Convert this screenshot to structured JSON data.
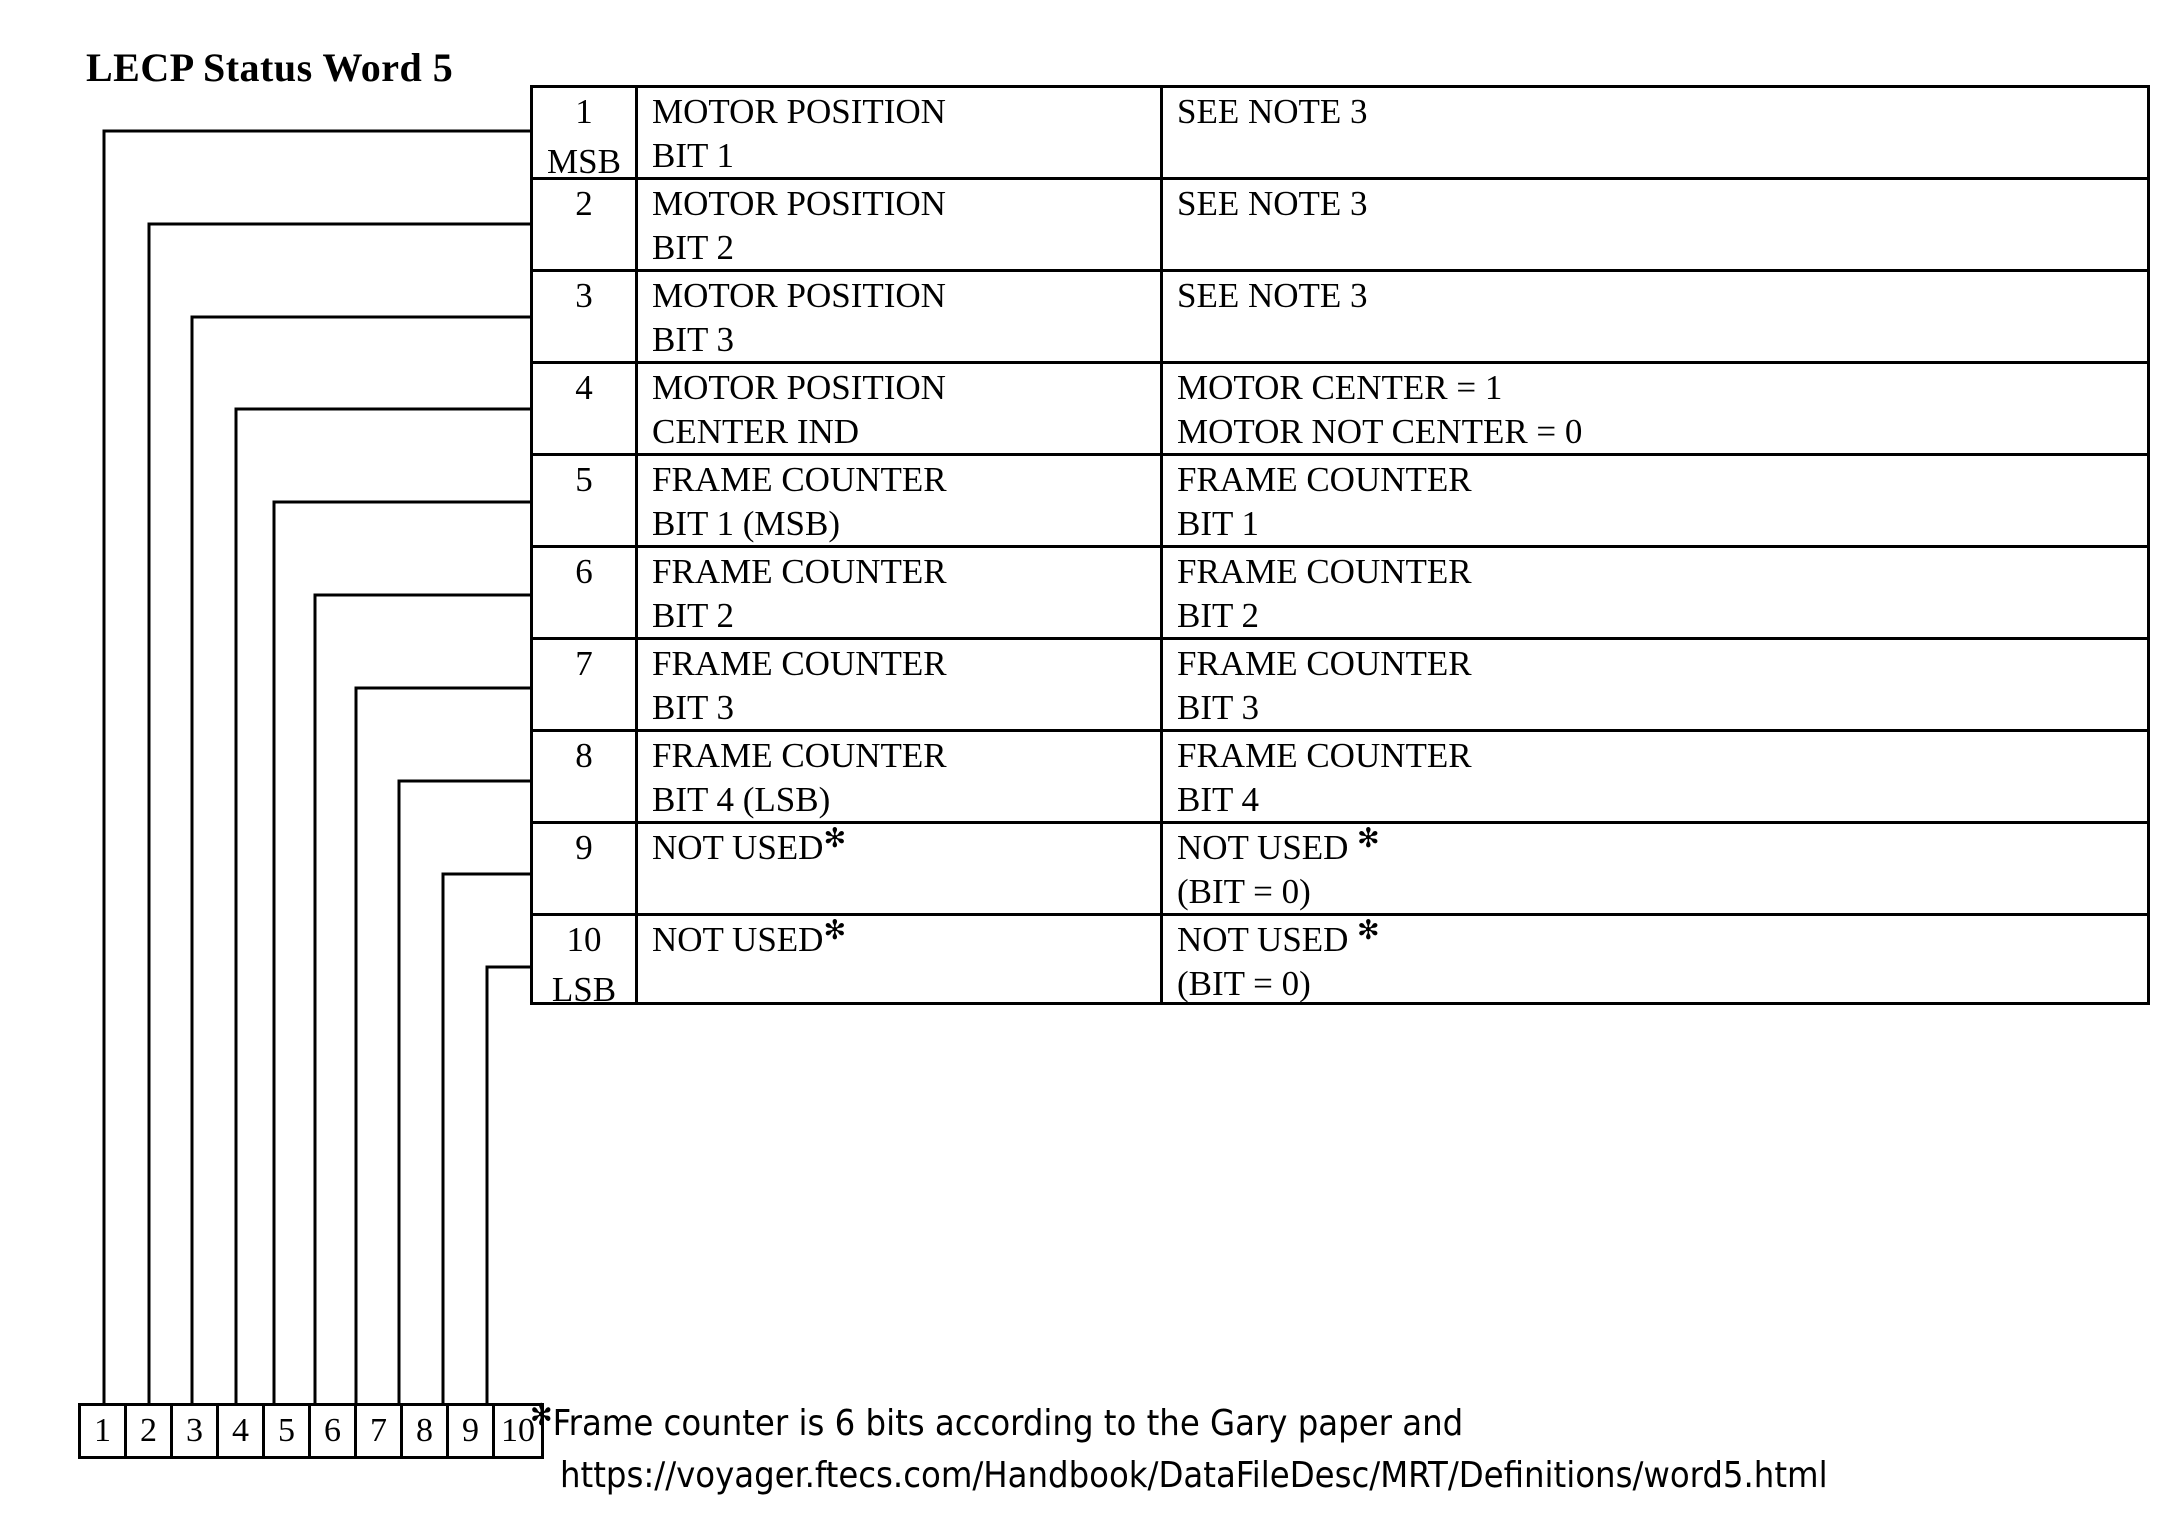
{
  "title": "LECP Status Word 5",
  "table": {
    "rows": [
      {
        "bit_no": "1",
        "bit_sub": "MSB",
        "description_l1": "MOTOR POSITION",
        "description_l2": "BIT 1",
        "value_l1": "SEE NOTE 3",
        "value_l2": "",
        "desc_has_asterisk": false,
        "value_has_asterisk": false
      },
      {
        "bit_no": "2",
        "bit_sub": "",
        "description_l1": "MOTOR POSITION",
        "description_l2": "BIT 2",
        "value_l1": "SEE NOTE 3",
        "value_l2": "",
        "desc_has_asterisk": false,
        "value_has_asterisk": false
      },
      {
        "bit_no": "3",
        "bit_sub": "",
        "description_l1": "MOTOR POSITION",
        "description_l2": "BIT 3",
        "value_l1": "SEE NOTE 3",
        "value_l2": "",
        "desc_has_asterisk": false,
        "value_has_asterisk": false
      },
      {
        "bit_no": "4",
        "bit_sub": "",
        "description_l1": "MOTOR POSITION",
        "description_l2": "CENTER IND",
        "value_l1": "MOTOR CENTER = 1",
        "value_l2": "MOTOR NOT CENTER = 0",
        "desc_has_asterisk": false,
        "value_has_asterisk": false
      },
      {
        "bit_no": "5",
        "bit_sub": "",
        "description_l1": "FRAME COUNTER",
        "description_l2": "BIT 1 (MSB)",
        "value_l1": "FRAME COUNTER",
        "value_l2": "BIT 1",
        "desc_has_asterisk": false,
        "value_has_asterisk": false
      },
      {
        "bit_no": "6",
        "bit_sub": "",
        "description_l1": "FRAME COUNTER",
        "description_l2": "BIT 2",
        "value_l1": "FRAME COUNTER",
        "value_l2": "BIT 2",
        "desc_has_asterisk": false,
        "value_has_asterisk": false
      },
      {
        "bit_no": "7",
        "bit_sub": "",
        "description_l1": "FRAME COUNTER",
        "description_l2": "BIT 3",
        "value_l1": "FRAME COUNTER",
        "value_l2": "BIT 3",
        "desc_has_asterisk": false,
        "value_has_asterisk": false
      },
      {
        "bit_no": "8",
        "bit_sub": "",
        "description_l1": "FRAME COUNTER",
        "description_l2": "BIT 4 (LSB)",
        "value_l1": "FRAME COUNTER",
        "value_l2": "BIT 4",
        "desc_has_asterisk": false,
        "value_has_asterisk": false
      },
      {
        "bit_no": "9",
        "bit_sub": "",
        "description_l1": "NOT USED",
        "description_l2": "",
        "value_l1": "NOT USED",
        "value_l2": "(BIT = 0)",
        "desc_has_asterisk": true,
        "value_has_asterisk": true
      },
      {
        "bit_no": "10",
        "bit_sub": "LSB",
        "description_l1": "NOT USED",
        "description_l2": "",
        "value_l1": "NOT USED",
        "value_l2": "(BIT = 0)",
        "desc_has_asterisk": true,
        "value_has_asterisk": true
      }
    ]
  },
  "bit_index_strip": {
    "labels": [
      "1",
      "2",
      "3",
      "4",
      "5",
      "6",
      "7",
      "8",
      "9",
      "10"
    ]
  },
  "footnote": {
    "marker": "✻",
    "line1": "Frame counter is 6 bits according to the Gary paper and",
    "line2": "https://voyager.ftecs.com/Handbook/DataFileDesc/MRT/Definitions/word5.html"
  },
  "colors": {
    "ink": "#000000",
    "paper": "#ffffff"
  }
}
